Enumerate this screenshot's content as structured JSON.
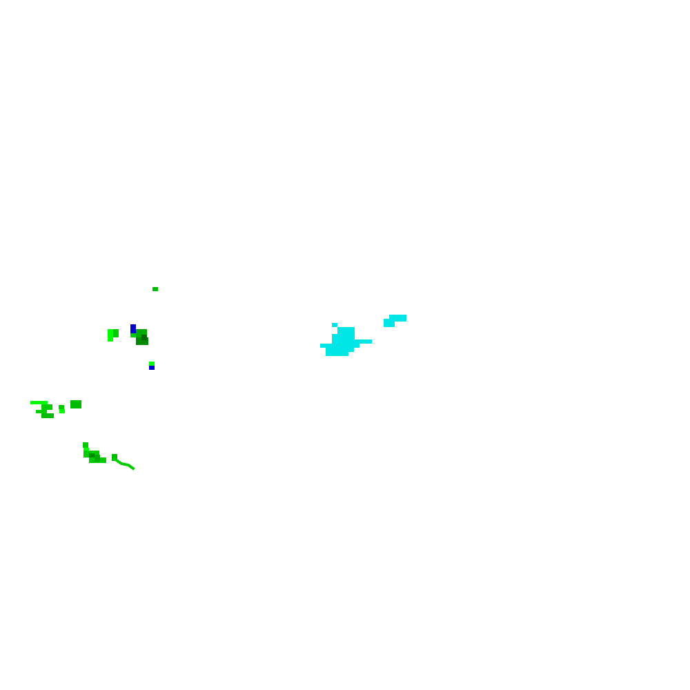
{
  "map": {
    "background": "#ffffff",
    "layers": [
      {
        "id": "precip-light-green",
        "color": "#00ff00"
      },
      {
        "id": "precip-medium-green",
        "color": "#00cc00"
      },
      {
        "id": "precip-dark-green",
        "color": "#008800"
      },
      {
        "id": "precip-blue",
        "color": "#0000cc"
      },
      {
        "id": "precip-cyan",
        "color": "#00e5e5"
      }
    ]
  }
}
